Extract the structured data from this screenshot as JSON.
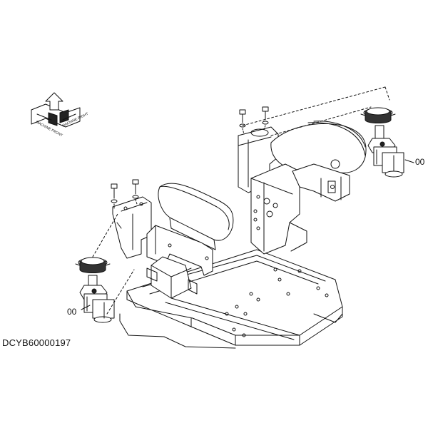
{
  "diagram": {
    "drawing_code": "DCYB60000197",
    "callouts": [
      {
        "id": "left",
        "label": "00"
      },
      {
        "id": "right",
        "label": "00"
      }
    ],
    "orientation_icon": {
      "arrow_labels": [
        "MACHINE FRONT",
        "MACHINE RIGHT"
      ]
    }
  },
  "colors": {
    "line": "#111111",
    "background": "#ffffff",
    "shade": "#333333"
  }
}
